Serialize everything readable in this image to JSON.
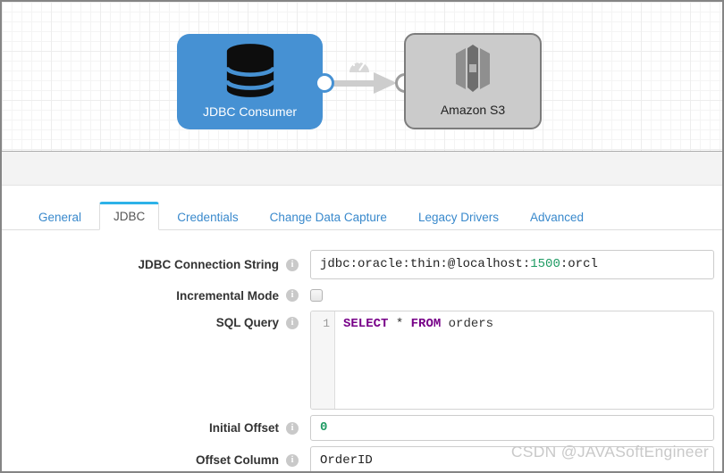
{
  "pipeline": {
    "origin": {
      "label": "JDBC Consumer"
    },
    "destination": {
      "label": "Amazon S3"
    }
  },
  "tabs": {
    "active": "JDBC",
    "items": [
      {
        "label": "General"
      },
      {
        "label": "JDBC"
      },
      {
        "label": "Credentials"
      },
      {
        "label": "Change Data Capture"
      },
      {
        "label": "Legacy Drivers"
      },
      {
        "label": "Advanced"
      }
    ]
  },
  "form": {
    "connection_string": {
      "label": "JDBC Connection String",
      "value_pre": "jdbc:oracle:thin:@localhost:",
      "value_number": "1500",
      "value_post": ":orcl"
    },
    "incremental_mode": {
      "label": "Incremental Mode",
      "checked": false
    },
    "sql_query": {
      "label": "SQL Query",
      "line_number": "1",
      "keyword_select": "SELECT",
      "operator": " * ",
      "keyword_from": "FROM",
      "identifier": " orders"
    },
    "initial_offset": {
      "label": "Initial Offset",
      "value": "0"
    },
    "offset_column": {
      "label": "Offset Column",
      "value": "OrderID"
    }
  },
  "icons": {
    "info_glyph": "i"
  },
  "colors": {
    "origin_node_blue": "#4691d3",
    "active_tab_accent": "#2db2e8",
    "tab_link_blue": "#3989cc",
    "sql_keyword_purple": "#770088",
    "number_green": "#1d9a62"
  },
  "watermark": "CSDN @JAVASoftEngineer"
}
